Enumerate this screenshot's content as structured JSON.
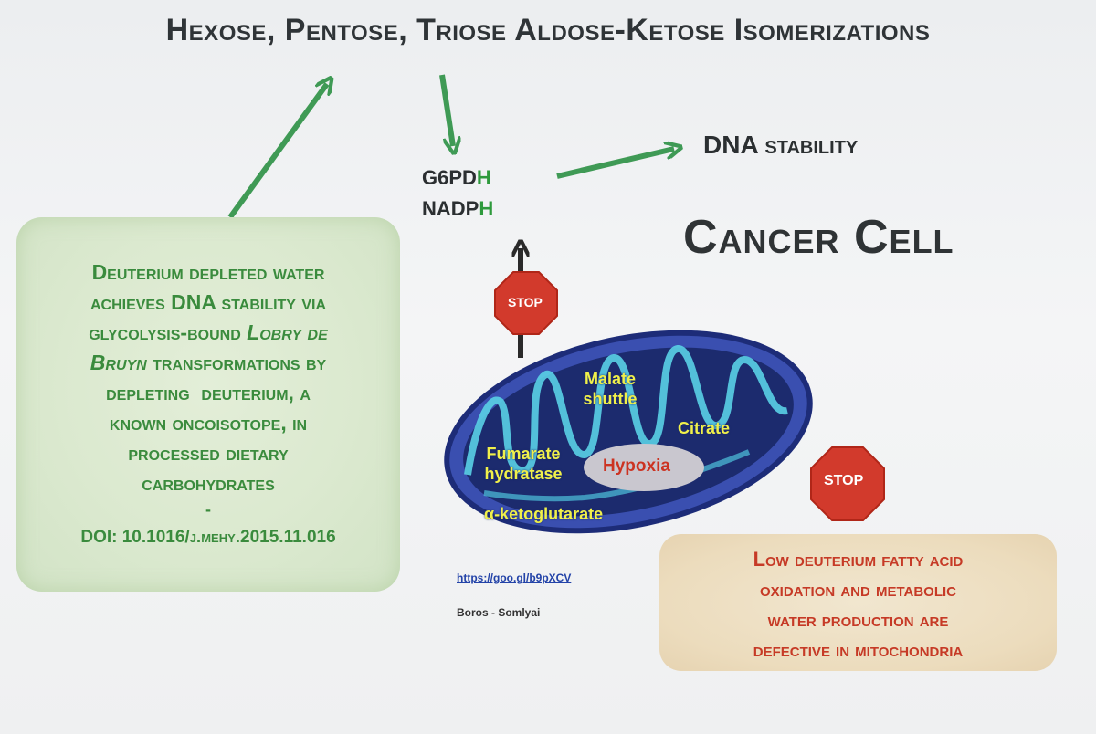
{
  "title": "Hexose, Pentose, Triose Aldose-Ketose Isomerizations",
  "center": {
    "g6pdh_base": "G6PD",
    "g6pdh_h": "H",
    "nadph_base": "NADP",
    "nadph_h": "H"
  },
  "dna_stability": "DNA stability",
  "cancer_cell": "Cancer Cell",
  "left_box": {
    "line1": "Deuterium depleted water",
    "line2": "achieves DNA stability via",
    "line3a": "glycolysis-bound ",
    "line3b": "Lobry de",
    "line4a": "Bruyn",
    "line4b": " transformations by",
    "line5": "depleting  deuterium, a",
    "line6": "known oncoisotope, in",
    "line7": "processed dietary",
    "line8": "carbohydrates",
    "dash": "-",
    "doi": "DOI: 10.1016/j.mehy.2015.11.016"
  },
  "right_box": {
    "line1": "Low deuterium fatty acid",
    "line2": "oxidation and metabolic",
    "line3": "water production are",
    "line4": "defective in mitochondria"
  },
  "mito": {
    "malate1": "Malate",
    "malate2": "shuttle",
    "citrate": "Citrate",
    "fumarate1": "Fumarate",
    "fumarate2": "hydratase",
    "akg": "α-ketoglutarate",
    "hypoxia": "Hypoxia"
  },
  "stop_label": "STOP",
  "link": "https://goo.gl/b9pXCV",
  "credit": "Boros - Somlyai",
  "colors": {
    "green_arrow": "#3f9a55",
    "green_text": "#3a8b3d",
    "red_text": "#c63a26",
    "stop_red": "#d23a2c",
    "mito_blue": "#24388a"
  }
}
